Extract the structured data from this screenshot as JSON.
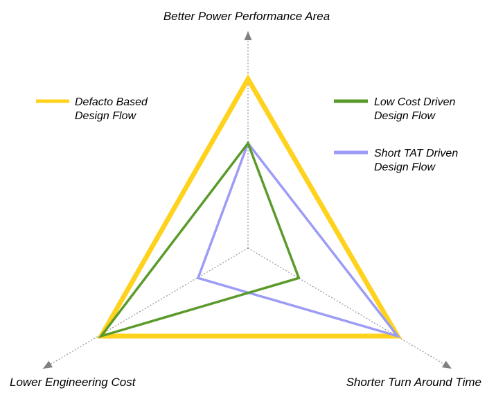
{
  "diagram": {
    "axes": [
      {
        "key": "power",
        "label": "Better Power Performance Area"
      },
      {
        "key": "cost",
        "label": "Lower Engineering Cost"
      },
      {
        "key": "tat",
        "label": "Shorter Turn Around Time"
      }
    ],
    "series": [
      {
        "name_lines": [
          "Defacto Based",
          "Design Flow"
        ],
        "color": "#FFD21E",
        "values": {
          "power": 1.0,
          "cost": 1.0,
          "tat": 1.0
        }
      },
      {
        "name_lines": [
          "Low Cost Driven",
          "Design Flow"
        ],
        "color": "#5A9A2A",
        "values": {
          "power": 0.62,
          "cost": 1.0,
          "tat": 0.34
        }
      },
      {
        "name_lines": [
          "Short TAT Driven",
          "Design Flow"
        ],
        "color": "#9C9CF6",
        "values": {
          "power": 0.62,
          "cost": 0.34,
          "tat": 1.0
        }
      }
    ],
    "colors": {
      "axis": "#999999",
      "arrow": "#808080"
    }
  }
}
